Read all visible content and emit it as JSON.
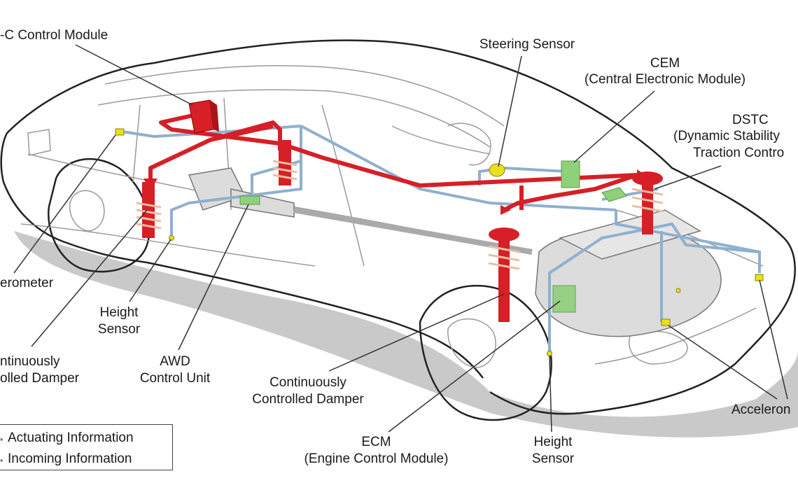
{
  "title": "Volvo Four-C active chassis system components diagram",
  "labels": {
    "four_c_module": "-C Control Module",
    "steering_sensor": "Steering Sensor",
    "cem_title": "CEM",
    "cem_sub": "(Central Electronic Module)",
    "dstc_title": "DSTC",
    "dstc_line2": "(Dynamic Stability",
    "dstc_line3": "Traction Contro",
    "accelerometer_left": "erometer",
    "height_sensor_rear_l1": "Height",
    "height_sensor_rear_l2": "Sensor",
    "damper_rear_l1": "ntinuously",
    "damper_rear_l2": "olled Damper",
    "awd_l1": "AWD",
    "awd_l2": "Control Unit",
    "damper_front_l1": "Continuously",
    "damper_front_l2": "Controlled Damper",
    "ecm_title": "ECM",
    "ecm_sub": "(Engine Control Module)",
    "height_sensor_front_l1": "Height",
    "height_sensor_front_l2": "Sensor",
    "accelerometer_right": "Acceleron"
  },
  "legend": {
    "items": [
      {
        "label": "Actuating Information",
        "color": "#d61f26"
      },
      {
        "label": "Incoming Information",
        "color": "#8fb0cf"
      }
    ]
  },
  "colors": {
    "actuating": "#d61f26",
    "incoming": "#8fb0cf",
    "control_unit": "#8fd07a",
    "sensor": "#e8e020",
    "body_outline": "#222222",
    "detail_line": "#9a9a9a",
    "shadow": "#c9c9c9",
    "component_fill": "#dcdcdc"
  }
}
